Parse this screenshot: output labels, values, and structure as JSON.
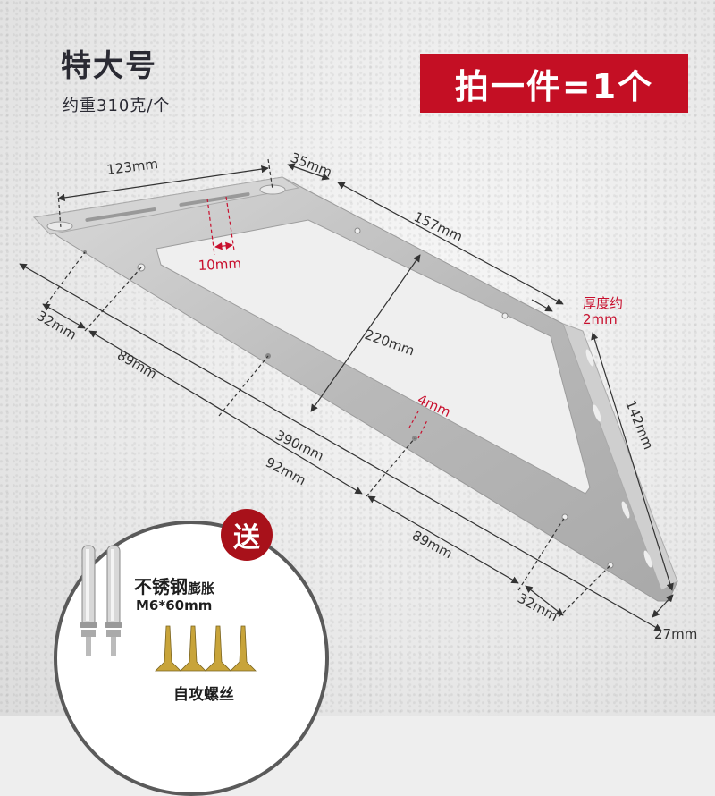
{
  "header": {
    "title": "特大号",
    "weight": "约重310克/个"
  },
  "promo": {
    "label": "拍一件=1个",
    "color": "#c40f24"
  },
  "dimensions": {
    "top_length": "123mm",
    "slot_width": "10mm",
    "top_flange": "35mm",
    "diagonal": "157mm",
    "height": "220mm",
    "thickness_label": "厚度约",
    "thickness_value": "2mm",
    "hole_size": "4mm",
    "side_length": "142mm",
    "bottom_length": "390mm",
    "hole_offset_left_a": "32mm",
    "hole_offset_left_b": "89mm",
    "hole_spacing_mid": "92mm",
    "hole_offset_right_b": "89mm",
    "hole_offset_right_a": "32mm",
    "end_width": "27mm"
  },
  "accessories": {
    "gift_badge": "送",
    "anchor_name": "不锈钢",
    "anchor_suffix": "膨胀",
    "anchor_spec": "M6*60mm",
    "screw_name": "自攻螺丝",
    "badge_color": "#a8111a"
  }
}
